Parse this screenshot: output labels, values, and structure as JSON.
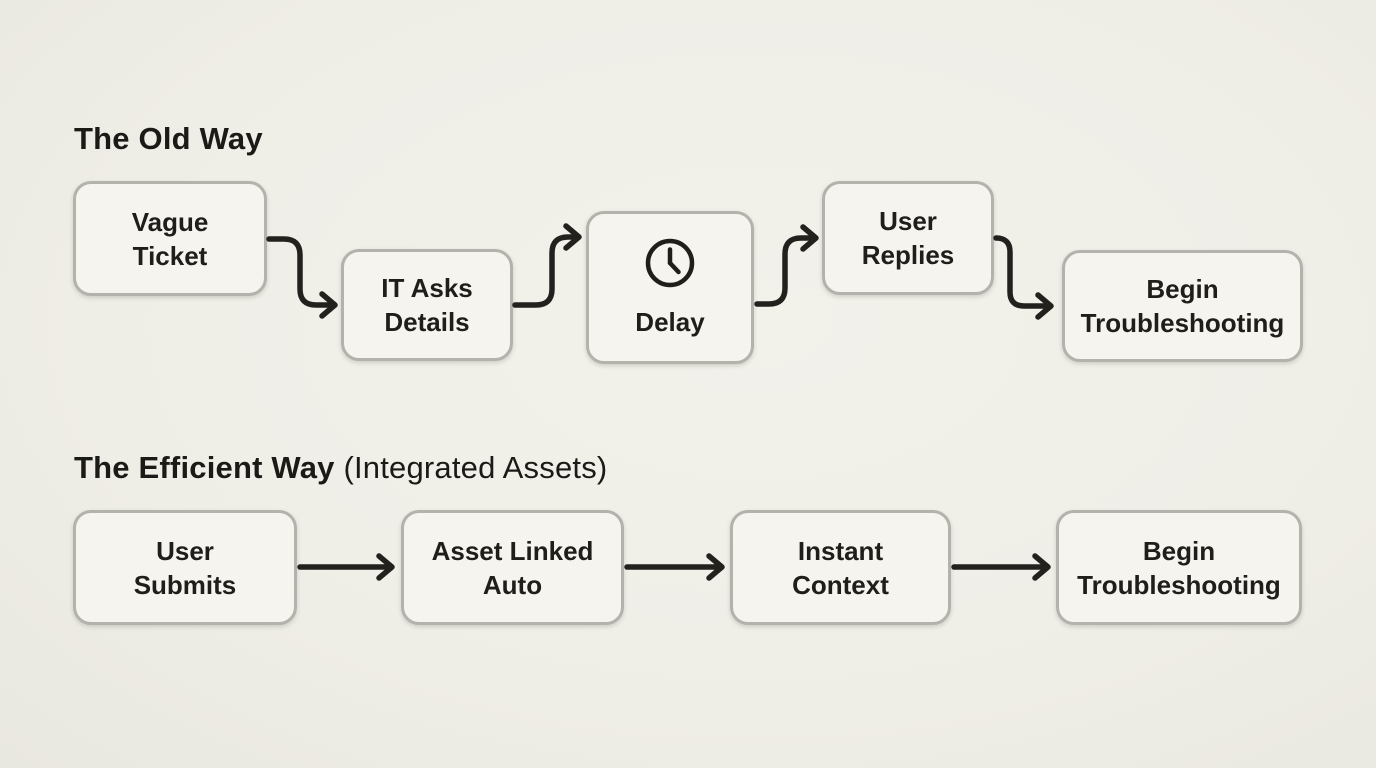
{
  "colors": {
    "canvas-bg": "#efeee7",
    "node-bg": "#f5f4ef",
    "node-border": "#b3b2ac",
    "text": "#201e1b",
    "arrow": "#23211e"
  },
  "flows": [
    {
      "title": {
        "bold": "The Old Way",
        "regular": ""
      },
      "nodes": [
        {
          "name": "vague-ticket",
          "lines": [
            "Vague",
            "Ticket"
          ]
        },
        {
          "name": "it-asks-details",
          "lines": [
            "IT Asks",
            "Details"
          ]
        },
        {
          "name": "delay",
          "icon": "clock-icon",
          "lines": [
            "Delay"
          ]
        },
        {
          "name": "user-replies",
          "lines": [
            "User",
            "Replies"
          ]
        },
        {
          "name": "begin-troubleshooting",
          "lines": [
            "Begin",
            "Troubleshooting"
          ]
        }
      ]
    },
    {
      "title": {
        "bold": "The Efficient Way",
        "regular": " (Integrated Assets)"
      },
      "nodes": [
        {
          "name": "user-submits",
          "lines": [
            "User",
            "Submits"
          ]
        },
        {
          "name": "asset-linked-auto",
          "lines": [
            "Asset Linked",
            "Auto"
          ]
        },
        {
          "name": "instant-context",
          "lines": [
            "Instant",
            "Context"
          ]
        },
        {
          "name": "begin-troubleshooting",
          "lines": [
            "Begin",
            "Troubleshooting"
          ]
        }
      ]
    }
  ]
}
